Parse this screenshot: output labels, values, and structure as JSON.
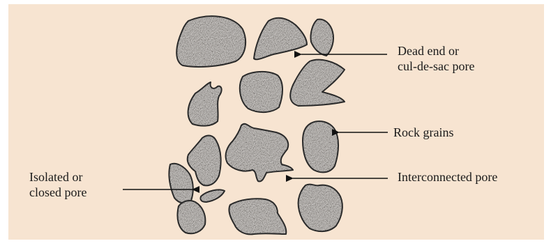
{
  "colors": {
    "background": "#f7e4d1",
    "grain_fill": "#9c9690",
    "grain_outline": "#2a2a2a",
    "text": "#1a1a1a"
  },
  "labels": {
    "dead_end": "Dead end or\ncul-de-sac pore",
    "rock_grains": "Rock grains",
    "interconnected": "Interconnected pore",
    "isolated": "Isolated or\nclosed pore"
  }
}
